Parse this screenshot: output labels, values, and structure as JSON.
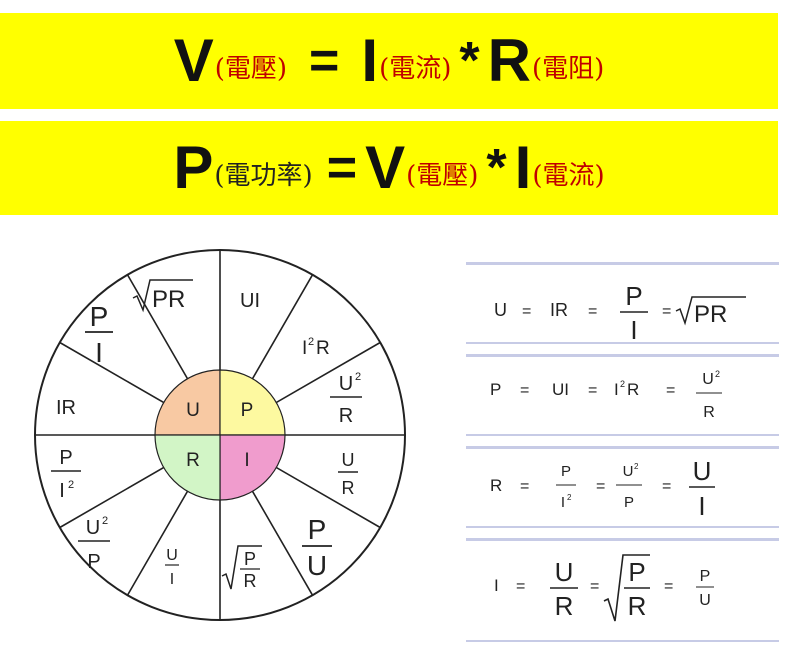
{
  "formulas": {
    "ohm": {
      "v": "V",
      "v_cn": "(電壓)",
      "eq": "=",
      "i": "I",
      "i_cn": "(電流)",
      "mul": "*",
      "r": "R",
      "r_cn": "(電阻)"
    },
    "power": {
      "p": "P",
      "p_cn": "(電功率)",
      "eq": "=",
      "v": "V",
      "v_cn": "(電壓)",
      "mul": "*",
      "i": "I",
      "i_cn": "(電流)"
    }
  },
  "wheel": {
    "center": {
      "u": "U",
      "p": "P",
      "r": "R",
      "i": "I"
    },
    "colors": {
      "u": "#f8c9a3",
      "p": "#fdf9a0",
      "r": "#d2f5c6",
      "i": "#f09ccd"
    },
    "segments": {
      "ui": "UI",
      "i2r_i": "I",
      "i2r_sup": "2",
      "i2r_r": "R",
      "u2_over_r_num": "U",
      "u2_over_r_sup": "2",
      "u2_over_r_den": "R",
      "u_over_r_num": "U",
      "u_over_r_den": "R",
      "p_over_u_num": "P",
      "p_over_u_den": "U",
      "sqrt_p_over_r_num": "P",
      "sqrt_p_over_r_den": "R",
      "u_over_i_num": "U",
      "u_over_i_den": "I",
      "u2_over_p_num": "U",
      "u2_over_p_sup": "2",
      "u2_over_p_den": "P",
      "p_over_i2_num": "P",
      "p_over_i2_den": "I",
      "p_over_i2_sup": "2",
      "ir": "IR",
      "p_over_i_num": "P",
      "p_over_i_den": "I",
      "sqrt_pr": "PR"
    }
  },
  "table": {
    "row_u": {
      "lhs": "U",
      "eq1": "=",
      "t1": "IR",
      "eq2": "=",
      "t2_num": "P",
      "t2_den": "I",
      "eq3": "=",
      "t3": "PR"
    },
    "row_p": {
      "lhs": "P",
      "eq1": "=",
      "t1": "UI",
      "eq2": "=",
      "t2_i": "I",
      "t2_sup": "2",
      "t2_r": "R",
      "eq3": "=",
      "t3_num": "U",
      "t3_sup": "2",
      "t3_den": "R"
    },
    "row_r": {
      "lhs": "R",
      "eq1": "=",
      "t1_num": "P",
      "t1_den": "I",
      "t1_sup": "2",
      "eq2": "=",
      "t2_num": "U",
      "t2_sup": "2",
      "t2_den": "P",
      "eq3": "=",
      "t3_num": "U",
      "t3_den": "I"
    },
    "row_i": {
      "lhs": "I",
      "eq1": "=",
      "t1_num": "U",
      "t1_den": "R",
      "eq2": "=",
      "t2_num": "P",
      "t2_den": "R",
      "eq3": "=",
      "t3_num": "P",
      "t3_den": "U"
    }
  }
}
